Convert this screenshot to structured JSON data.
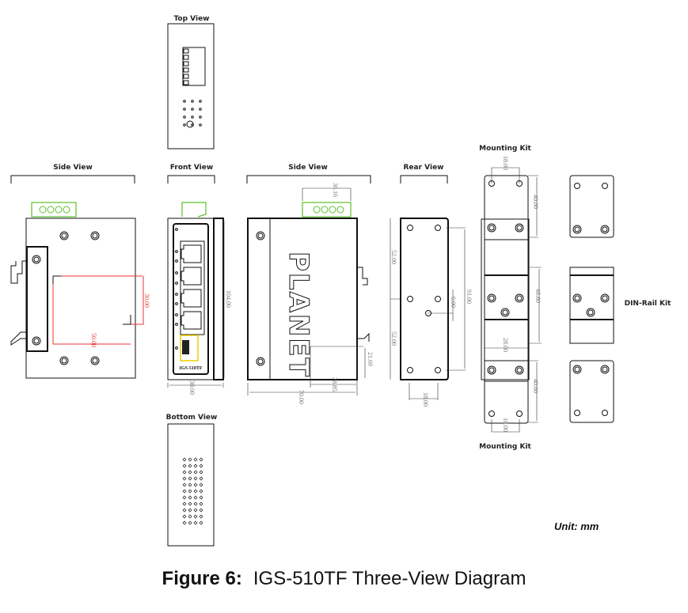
{
  "titles": {
    "top_view": "Top View",
    "side_view_left": "Side View",
    "front_view": "Front View",
    "side_view_right": "Side View",
    "rear_view": "Rear View",
    "bottom_view": "Bottom View",
    "mounting_kit_top": "Mounting Kit",
    "mounting_kit_bottom": "Mounting Kit",
    "din_rail_kit": "DIN-Rail Kit"
  },
  "device": {
    "model_label": "IGS-510TF",
    "logo": "PLANET"
  },
  "dimensions": {
    "side_left_height": "30.00",
    "side_left_width": "50.00",
    "front_height": "104.00",
    "front_width": "30.00",
    "terminal_width": "30.16",
    "side_depth": "70.00",
    "din_offset_x": "28.85",
    "din_offset_y": "21.69",
    "rear_upper": "52.00",
    "rear_lower": "52.00",
    "rear_hole_span": "91.00",
    "rear_center_offset": "9.00",
    "rear_bottom_width": "18.00",
    "kit_top_hole_span": "18.00",
    "kit_top_height": "40.00",
    "kit_din_height": "48.80",
    "kit_din_width": "28.00",
    "kit_bottom_height": "40.00",
    "kit_bottom_hole_span": "18.00"
  },
  "unit_label": "Unit: mm",
  "caption": {
    "number": "Figure 6:",
    "text": "IGS-510TF Three-View Diagram"
  },
  "colors": {
    "terminal": "#5cbf2a",
    "highlight_dimension": "#e33333",
    "sfp_outline": "#e8d000"
  }
}
